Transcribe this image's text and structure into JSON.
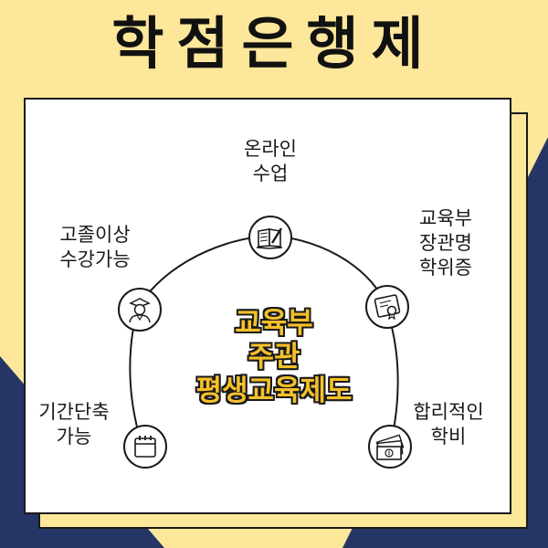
{
  "title": "학점은행제",
  "center": {
    "lines": [
      "교육부",
      "주관",
      "평생교육제도"
    ]
  },
  "nodes": [
    {
      "label_lines": [
        "온라인",
        "수업"
      ],
      "icon": "open-book-pen-icon"
    },
    {
      "label_lines": [
        "교육부",
        "장관명",
        "학위증"
      ],
      "icon": "certificate-icon"
    },
    {
      "label_lines": [
        "합리적인",
        "학비"
      ],
      "icon": "money-bills-icon"
    },
    {
      "label_lines": [
        "기간단축",
        "가능"
      ],
      "icon": "calendar-icon"
    },
    {
      "label_lines": [
        "고졸이상",
        "수강가능"
      ],
      "icon": "graduate-student-icon"
    }
  ],
  "colors": {
    "background_yellow": "#fce79a",
    "navy": "#253666",
    "accent_yellow": "#f5c02a",
    "outline": "#1a1a1a"
  }
}
